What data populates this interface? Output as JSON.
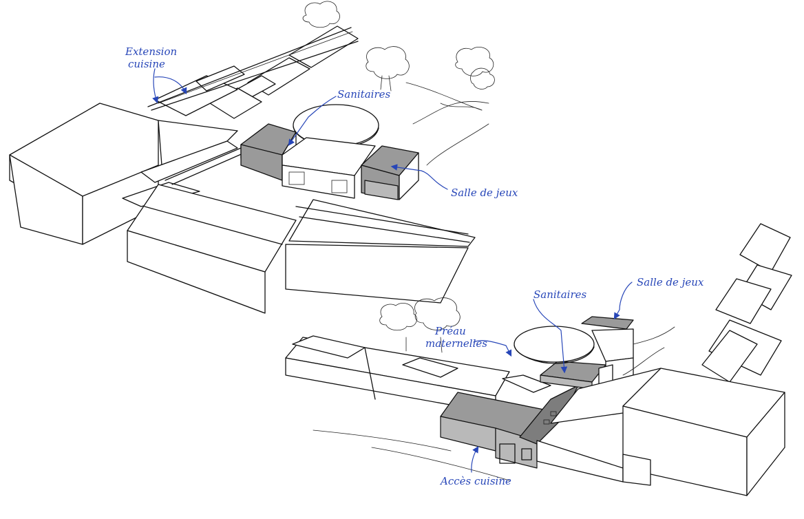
{
  "annotations": {
    "top": {
      "extension_cuisine_line1": "Extension",
      "extension_cuisine_line2": "cuisine",
      "sanitaires": "Sanitaires",
      "salle_de_jeux": "Salle de jeux"
    },
    "bottom": {
      "sanitaires": "Sanitaires",
      "salle_de_jeux": "Salle de jeux",
      "preau_line1": "Préau",
      "preau_line2": "maternelles",
      "acces_cuisine": "Accès cuisine"
    }
  },
  "colors": {
    "annotation_ink": "#2746b8",
    "sketch_ink": "#111111",
    "highlight_grey": "#9a9a9a"
  }
}
